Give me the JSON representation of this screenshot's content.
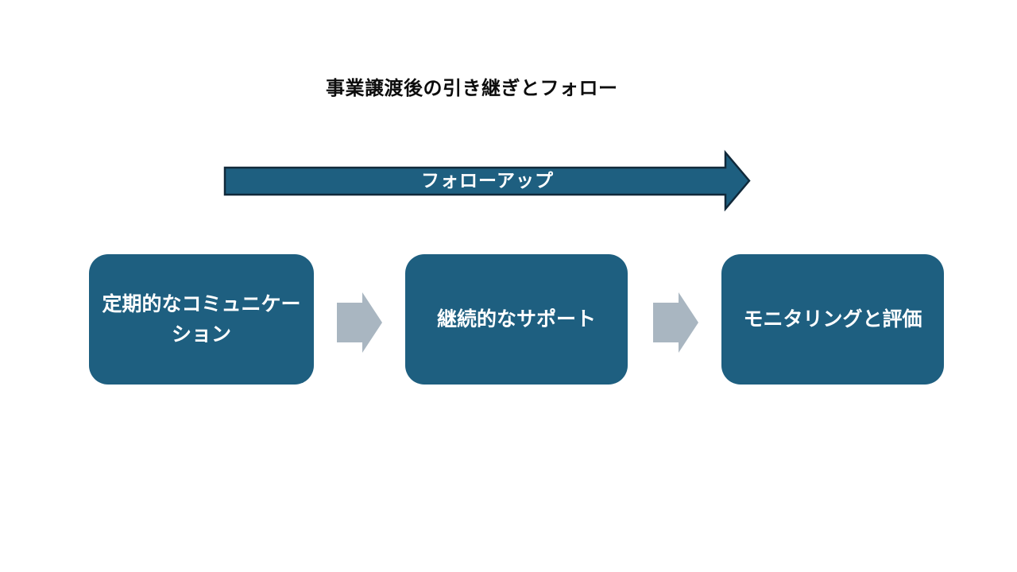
{
  "title": "事業譲渡後の引き継ぎとフォロー",
  "follow_up_arrow": {
    "label": "フォローアップ",
    "direction": "right"
  },
  "process_steps": [
    {
      "label": "定期的なコミュニケーション"
    },
    {
      "label": "継続的なサポート"
    },
    {
      "label": "モニタリングと評価"
    }
  ],
  "colors": {
    "background": "#ffffff",
    "shape_fill": "#1e5f80",
    "arrow_border": "#11293a",
    "connector_fill": "#a9b6c1",
    "title_color": "#0d0d0d",
    "step_text": "#ffffff"
  }
}
